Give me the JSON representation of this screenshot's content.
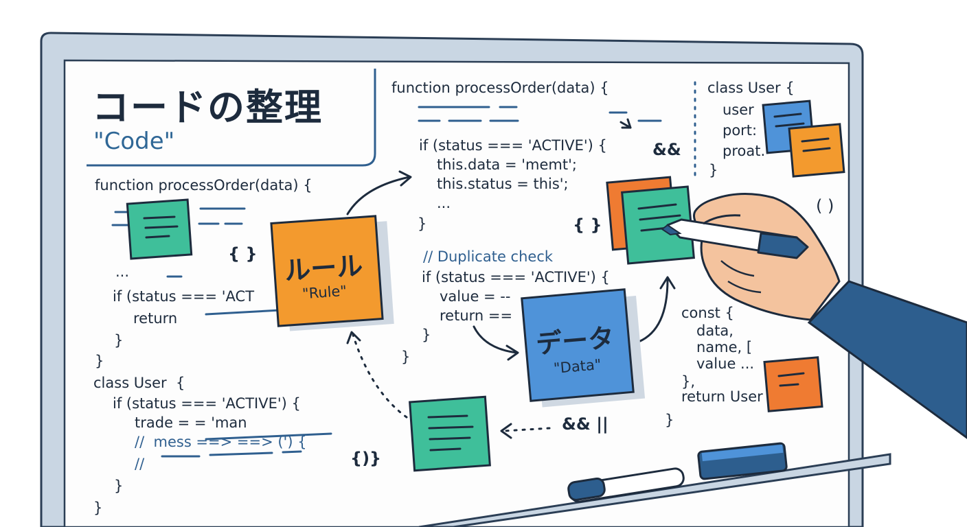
{
  "title": {
    "jp": "コードの整理",
    "en": "\"Code\""
  },
  "notes": {
    "rule": {
      "jp": "ルール",
      "en": "\"Rule\""
    },
    "data": {
      "jp": "データ",
      "en": "\"Data\""
    }
  },
  "code": {
    "left": [
      "function processOrder(data) {",
      "...",
      "if (status === 'ACT",
      "return",
      "}",
      "}",
      "class User  {",
      "if (status === 'ACTIVE') {",
      "trade = = 'man",
      "//  mess ==> ==> (') {",
      "//",
      "}",
      "}"
    ],
    "middle": [
      "function processOrder(data) {",
      "if (status === 'ACTIVE') {",
      "this.data = 'memt';",
      "this.status = this';",
      "...",
      "}",
      "// Duplicate check",
      "if (status === 'ACTIVE') {",
      "value = --",
      "return ==",
      "}",
      "}"
    ],
    "right": [
      "class User {",
      "user",
      "port:",
      "proat.",
      "}",
      "const {",
      "data,",
      "name, [",
      "value ...",
      "},",
      "return User",
      "}"
    ]
  },
  "symbols": {
    "braces_left": "{ }",
    "braces_right": "{ }",
    "and_top": "&&",
    "parens": "( )",
    "and_or": "&& ||",
    "braces_bottom": "{)}"
  },
  "colors": {
    "frame": "#c9d6e3",
    "frame_outline": "#2b3e55",
    "ink": "#1d2b3d",
    "comment": "#2f5f8f",
    "orange_note": "#f39a2e",
    "blue_note": "#4f93d9",
    "green_note": "#3fbf9a",
    "deep_orange_note": "#ef7b32",
    "sleeve": "#2d5e8e",
    "skin": "#f4c39e"
  },
  "icons": [
    "pen-icon",
    "marker-icon",
    "eraser-icon",
    "hand-icon",
    "arrow-icon"
  ]
}
